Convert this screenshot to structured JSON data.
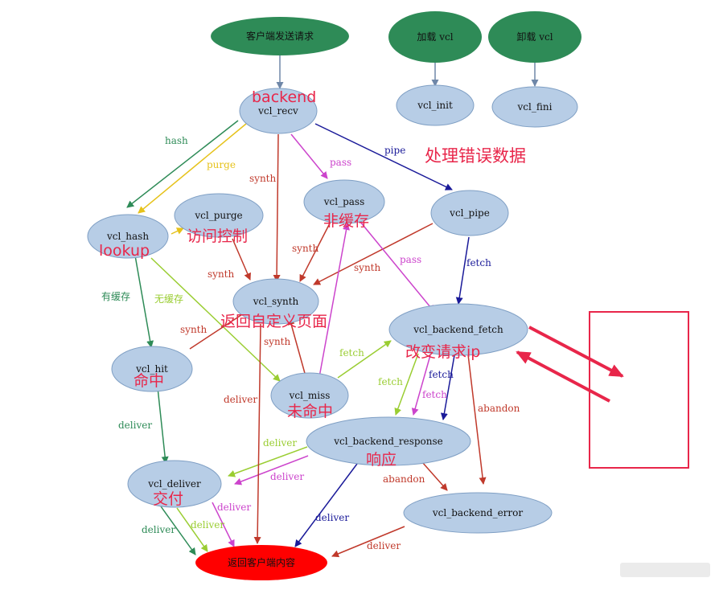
{
  "nodes": {
    "client_request": "客户端发送请求",
    "load_vcl": "加载 vcl",
    "unload_vcl": "卸载 vcl",
    "vcl_recv": "vcl_recv",
    "vcl_init": "vcl_init",
    "vcl_fini": "vcl_fini",
    "vcl_hash": "vcl_hash",
    "vcl_purge": "vcl_purge",
    "vcl_pass": "vcl_pass",
    "vcl_pipe": "vcl_pipe",
    "vcl_synth": "vcl_synth",
    "vcl_hit": "vcl_hit",
    "vcl_miss": "vcl_miss",
    "vcl_backend_fetch": "vcl_backend_fetch",
    "vcl_backend_response": "vcl_backend_response",
    "vcl_deliver": "vcl_deliver",
    "vcl_backend_error": "vcl_backend_error",
    "return_client": "返回客户端内容"
  },
  "edges": {
    "hash": "hash",
    "purge": "purge",
    "synth": "synth",
    "pass": "pass",
    "pipe": "pipe",
    "fetch": "fetch",
    "cached": "有缓存",
    "not_cached": "无缓存",
    "deliver": "deliver",
    "abandon": "abandon"
  },
  "annotations": {
    "backend": "backend",
    "error_handling": "处理错误数据",
    "lookup": "lookup",
    "access_control": "访问控制",
    "no_cache": "非缓存",
    "custom_page": "返回自定义页面",
    "modify_request": "改变请求ip",
    "hit": "命中",
    "miss": "未命中",
    "response": "响应",
    "deliver": "交付"
  },
  "colors": {
    "node_fill": "#b7cde6",
    "node_stroke": "#7f9fc4",
    "start_fill": "#2e8b57",
    "end_fill": "#ff0000",
    "annotation": "#e8264a",
    "green": "#2e8b57",
    "olive": "#9acd32",
    "red": "#c0392b",
    "magenta": "#cc44cc",
    "navy": "#1a1a99",
    "gold": "#e6c21a",
    "gray": "#6f87a8"
  }
}
